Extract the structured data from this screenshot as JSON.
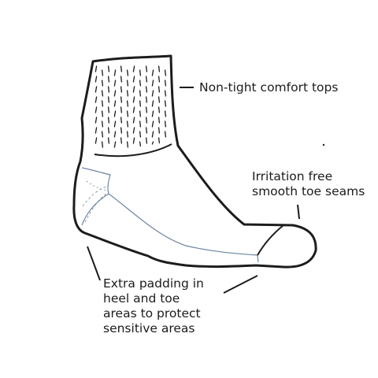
{
  "callouts": {
    "tops": {
      "lines": [
        "Non-tight comfort tops"
      ]
    },
    "seams": {
      "lines": [
        "Irritation free",
        "smooth toe seams"
      ]
    },
    "padding": {
      "lines": [
        "Extra padding in",
        "heel and toe",
        "areas to protect",
        "sensitive areas"
      ]
    }
  },
  "colors": {
    "outline": "#1c1c1c",
    "padding_stroke": "#6f86a3",
    "rib_marks": "#1c1c1c",
    "background": "#ffffff"
  }
}
